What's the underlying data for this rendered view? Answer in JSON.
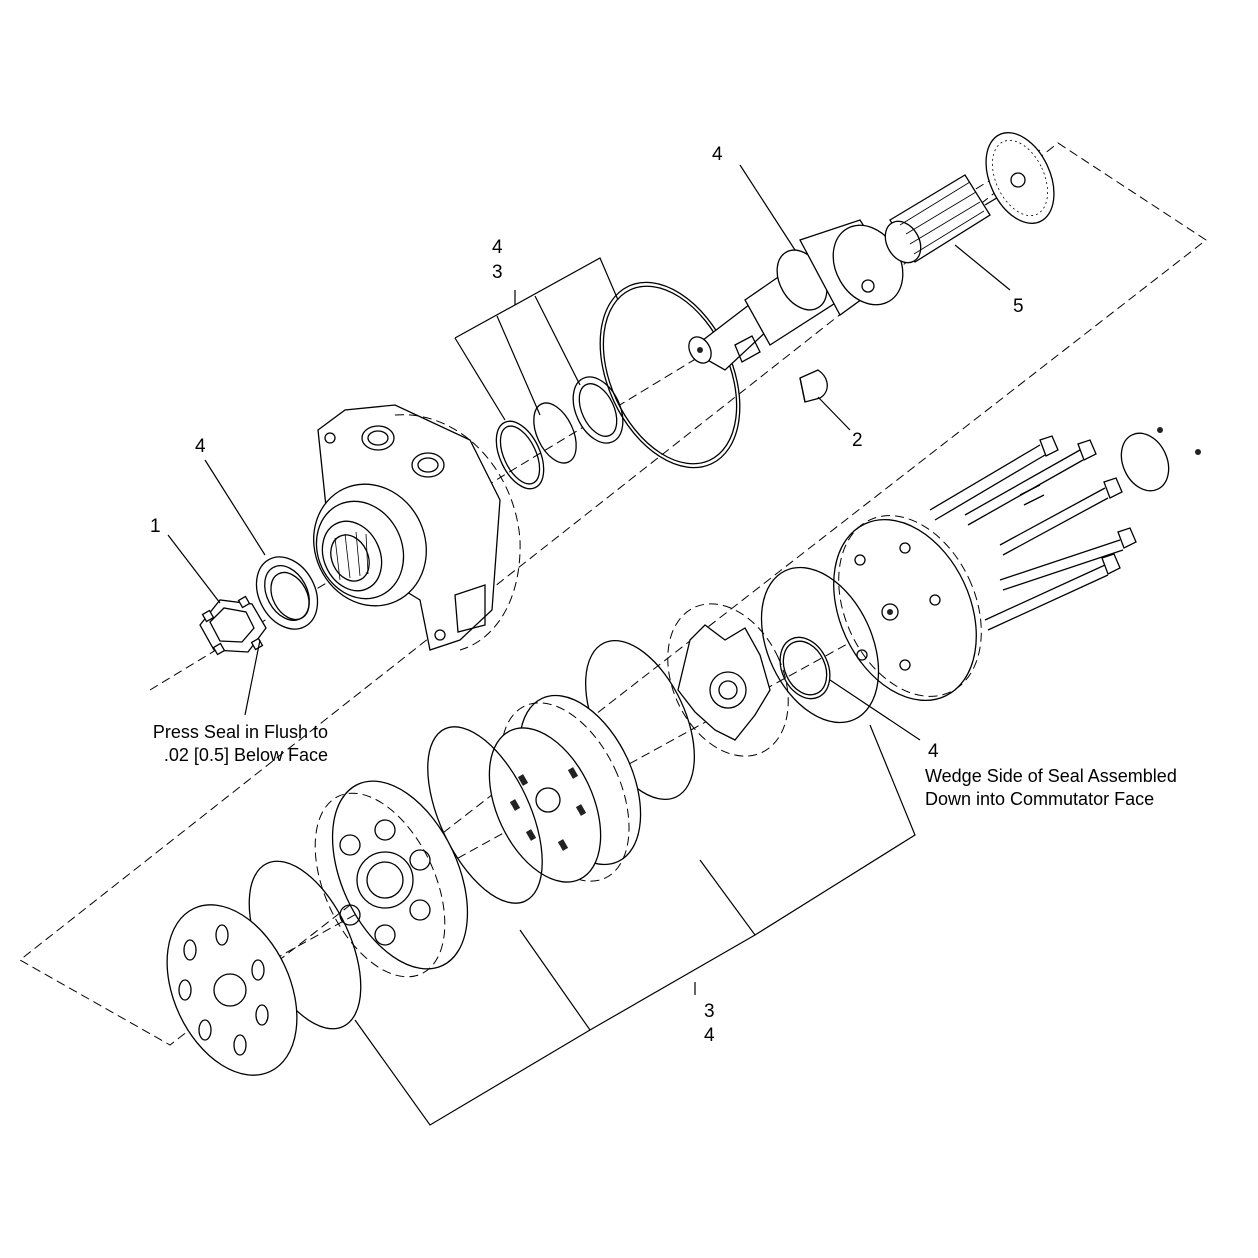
{
  "callouts": {
    "c1": "1",
    "c2": "2",
    "c4_seal": "4",
    "c4_ring_top": "4",
    "c3_ring_top": "3",
    "c4_shaft": "4",
    "c5": "5",
    "c4_commutator": "4",
    "c3_bottom": "3",
    "c4_bottom": "4"
  },
  "notes": {
    "press_seal_line1": "Press Seal in Flush to",
    "press_seal_line2": ".02 [0.5] Below Face",
    "wedge_line1": "Wedge Side of Seal Assembled",
    "wedge_line2": "Down into Commutator Face"
  }
}
